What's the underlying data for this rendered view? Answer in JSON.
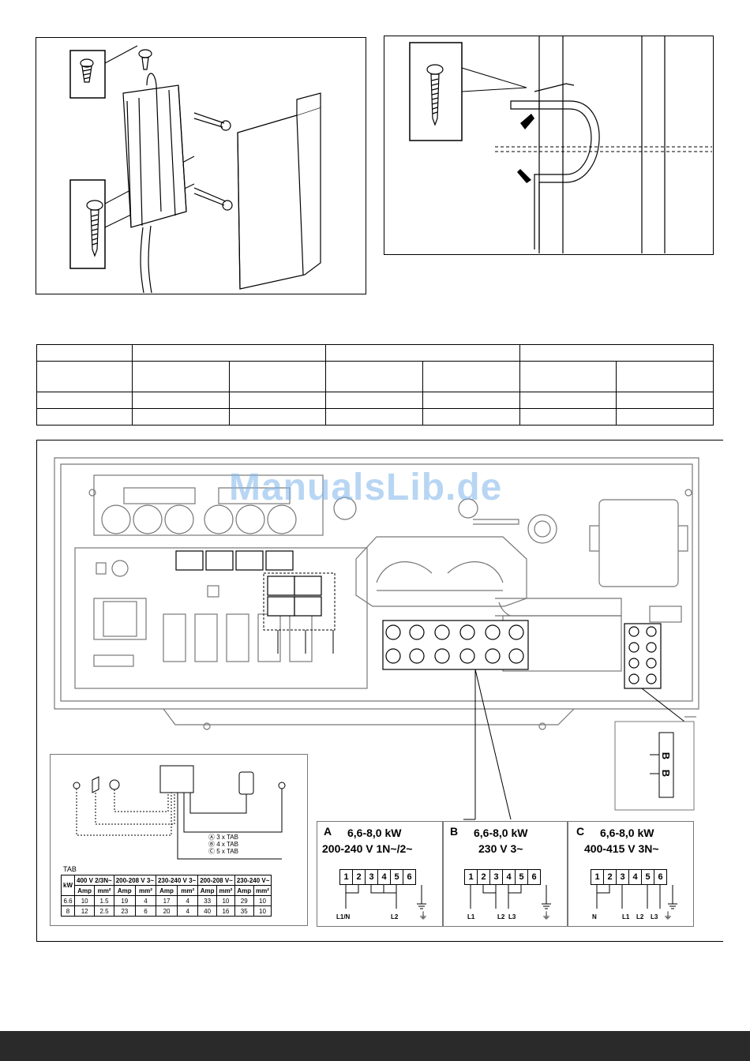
{
  "watermark": "ManualsLib.de",
  "legend": {
    "a": "Ⓐ 3 x TAB",
    "b": "Ⓑ 4 x TAB",
    "c": "Ⓒ 5 x TAB"
  },
  "tab_table": {
    "caption": "TAB",
    "header1": [
      "kW",
      "400 V 2/3N~",
      "200-208 V 3~",
      "230-240 V 3~",
      "200-208 V~",
      "230-240 V~"
    ],
    "header2": [
      "",
      "Amp",
      "mm²",
      "Amp",
      "mm²",
      "Amp",
      "mm²",
      "Amp",
      "mm²",
      "Amp",
      "mm²"
    ],
    "rows": [
      [
        "6.6",
        "10",
        "1.5",
        "19",
        "4",
        "17",
        "4",
        "33",
        "10",
        "29",
        "10"
      ],
      [
        "8",
        "12",
        "2.5",
        "23",
        "6",
        "20",
        "4",
        "40",
        "16",
        "35",
        "10"
      ]
    ]
  },
  "wiring": {
    "a": {
      "letter": "A",
      "power": "6,6-8,0 kW",
      "voltage": "200-240 V  1N~/2~",
      "labels": [
        "L1/N",
        "L2"
      ]
    },
    "b": {
      "letter": "B",
      "power": "6,6-8,0 kW",
      "voltage": "230 V  3~",
      "labels": [
        "L1",
        "L2",
        "L3"
      ]
    },
    "c": {
      "letter": "C",
      "power": "6,6-8,0 kW",
      "voltage": "400-415 V  3N~",
      "labels": [
        "N",
        "L1",
        "L2",
        "L3"
      ]
    }
  },
  "terminal_numbers": [
    "1",
    "2",
    "3",
    "4",
    "5",
    "6"
  ],
  "bb_labels": [
    "B",
    "B"
  ]
}
